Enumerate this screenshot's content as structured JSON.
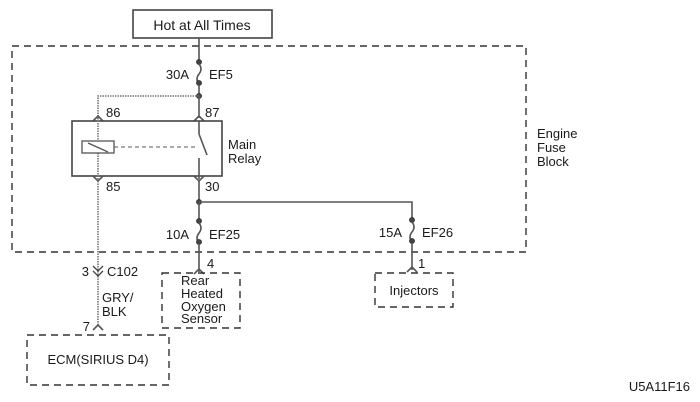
{
  "diagram": {
    "power_source": "Hot at All Times",
    "fuse_block_label": [
      "Engine",
      "Fuse",
      "Block"
    ],
    "fuses": [
      {
        "id": "EF5",
        "rating": "30A"
      },
      {
        "id": "EF25",
        "rating": "10A"
      },
      {
        "id": "EF26",
        "rating": "15A"
      }
    ],
    "relay": {
      "label": [
        "Main",
        "Relay"
      ],
      "pins": {
        "coil_top": "86",
        "switch_top": "87",
        "coil_bottom": "85",
        "switch_bottom": "30"
      }
    },
    "connector": {
      "id": "C102",
      "pin": "3"
    },
    "wire_color": [
      "GRY/",
      "BLK"
    ],
    "ecm": {
      "label": "ECM(SIRIUS D4)",
      "pin": "7"
    },
    "sensor": {
      "label": [
        "Rear",
        "Heated",
        "Oxygen",
        "Sensor"
      ],
      "pin": "4"
    },
    "injectors": {
      "label": "Injectors",
      "pin": "1"
    },
    "figure_id": "U5A11F16"
  }
}
